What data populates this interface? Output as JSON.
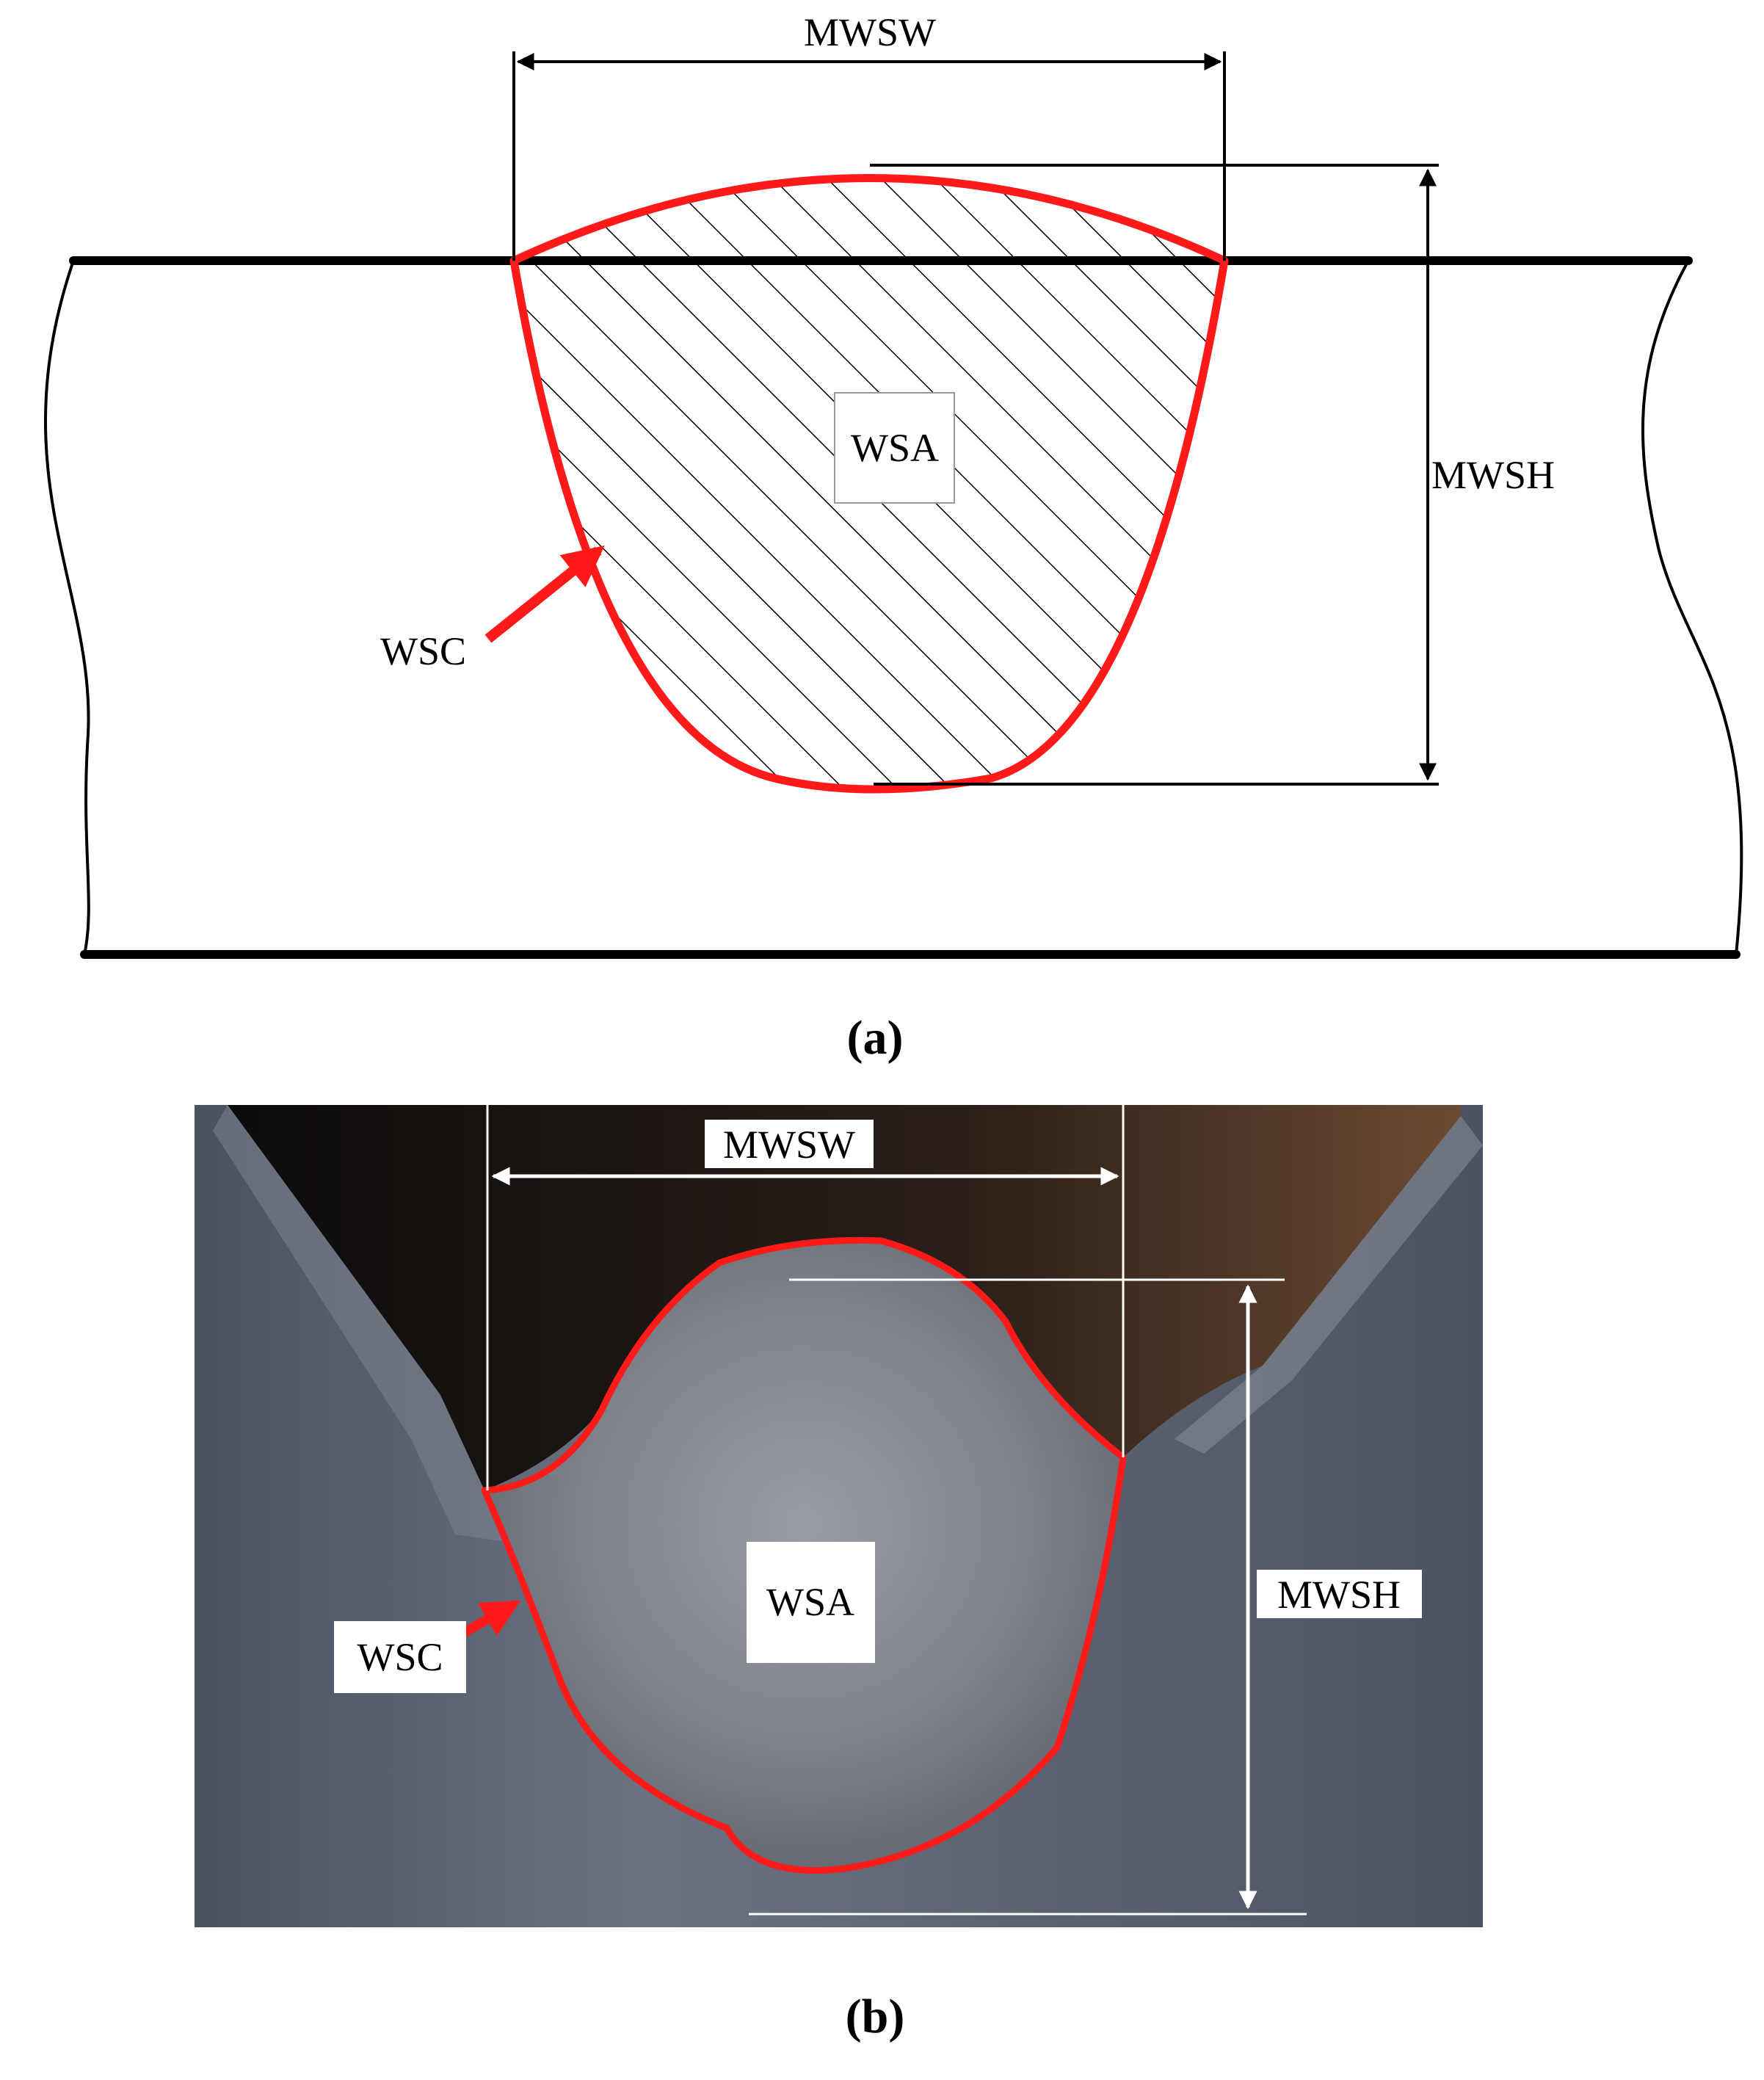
{
  "colors": {
    "outline": "#000000",
    "weld_boundary": "#ff1a1a",
    "photo_metal": "#5d6470",
    "photo_dark": "#0c0b0b",
    "annotation_white": "#ffffff"
  },
  "panel_a": {
    "caption": "(a)",
    "labels": {
      "width": "MWSW",
      "height": "MWSH",
      "area": "WSA",
      "contour": "WSC"
    }
  },
  "panel_b": {
    "caption": "(b)",
    "labels": {
      "width": "MWSW",
      "height": "MWSH",
      "area": "WSA",
      "contour": "WSC"
    }
  }
}
